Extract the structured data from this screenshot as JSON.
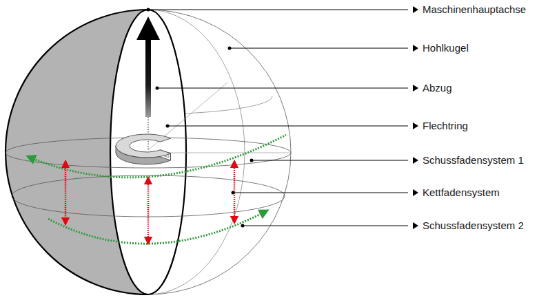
{
  "diagram": {
    "labels": [
      "Maschinenhauptachse",
      "Hohlkugel",
      "Abzug",
      "Flechtring",
      "Schussfadensystem 1",
      "Kettfadensystem",
      "Schussfadensystem 2"
    ]
  }
}
